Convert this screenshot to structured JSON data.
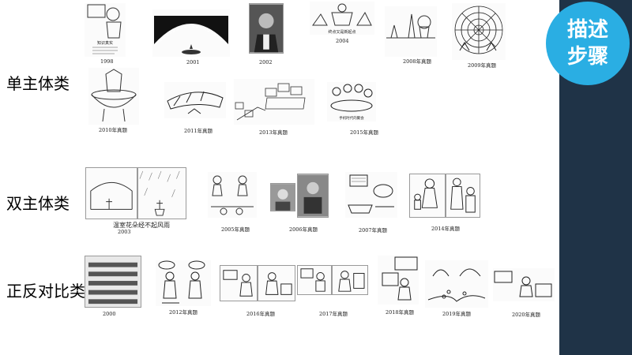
{
  "badge": {
    "line1": "描述",
    "line2": "步骤"
  },
  "categories": {
    "single": "单主体类",
    "double": "双主体类",
    "contrast": "正反对比类"
  },
  "captions": {
    "c1998": "1998",
    "c2001": "2001",
    "c2002": "2002",
    "c2004": "2004",
    "c2008": "2008年真题",
    "c2009": "2009年真题",
    "c2010": "2010年真题",
    "c2011": "2011年真题",
    "c2013": "2013年真题",
    "c2015": "2015年真题",
    "c2003_title": "温室花朵经不起风雨",
    "c2003": "2003",
    "c2005": "2005年真题",
    "c2006": "2006年真题",
    "c2007": "2007年真题",
    "c2014": "2014年真题",
    "c2000": "2000",
    "c2012": "2012年真题",
    "c2016": "2016年真题",
    "c2017": "2017年真题",
    "c2018": "2018年真题",
    "c2019a": "2019年真题",
    "c2020": "2020年真题"
  },
  "thumb_text": {
    "t1998": "知识真实",
    "t2004": "终点又是新起点",
    "t2015": "手机时代的聚会"
  },
  "colors": {
    "sidebar": "#1f3347",
    "badge": "#2aaee3"
  }
}
